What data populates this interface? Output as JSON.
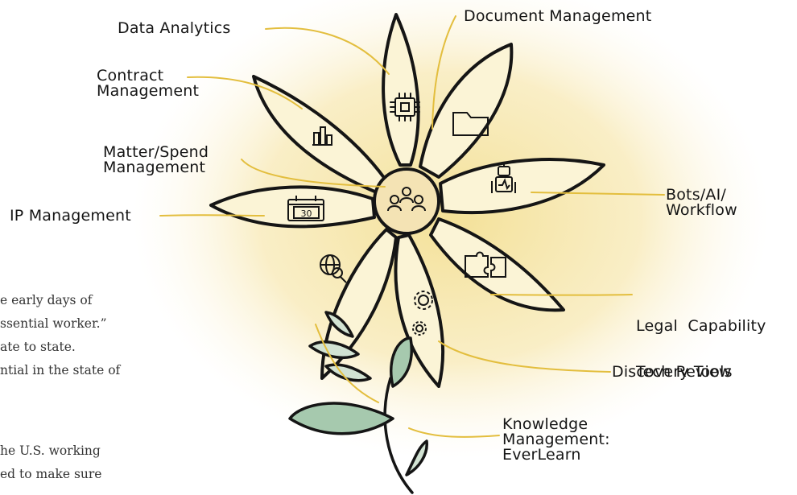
{
  "colors": {
    "outline": "#151515",
    "connector": "#e3be3e",
    "glow": "#f5e6a3",
    "petal_fill": "#fbf4d6",
    "center_fill": "#f4e3b4",
    "leaf_fill": "#a6c9ae",
    "leaf_light": "#d2e3d3",
    "text": "#151515",
    "body_text": "#333333"
  },
  "labels": {
    "data_analytics": "Data Analytics",
    "document_management": "Document Management",
    "contract_management": [
      "Contract",
      "Management"
    ],
    "matter_spend_management": [
      "Matter/Spend",
      "Management"
    ],
    "ip_management": "IP Management",
    "bots_ai_workflow": [
      "Bots/AI/",
      "Workflow"
    ],
    "legal_capability_tech_review": [
      "Legal  Capability",
      "Tech Review"
    ],
    "discovery_tools": "Discovery Tools",
    "knowledge_management": [
      "Knowledge",
      "Management:",
      "EverLearn"
    ]
  },
  "calendar_day": "30",
  "body_text_lines": [
    "e early days of",
    "ssential worker.”",
    "ate to state.",
    "ntial in the state of",
    "",
    "he U.S. working",
    "ed to make sure"
  ],
  "icons": [
    "chip-icon",
    "folder-icon",
    "bar-chart-icon",
    "people-icon",
    "calendar-icon",
    "robot-icon",
    "globe-search-icon",
    "puzzle-icon",
    "gears-icon"
  ]
}
